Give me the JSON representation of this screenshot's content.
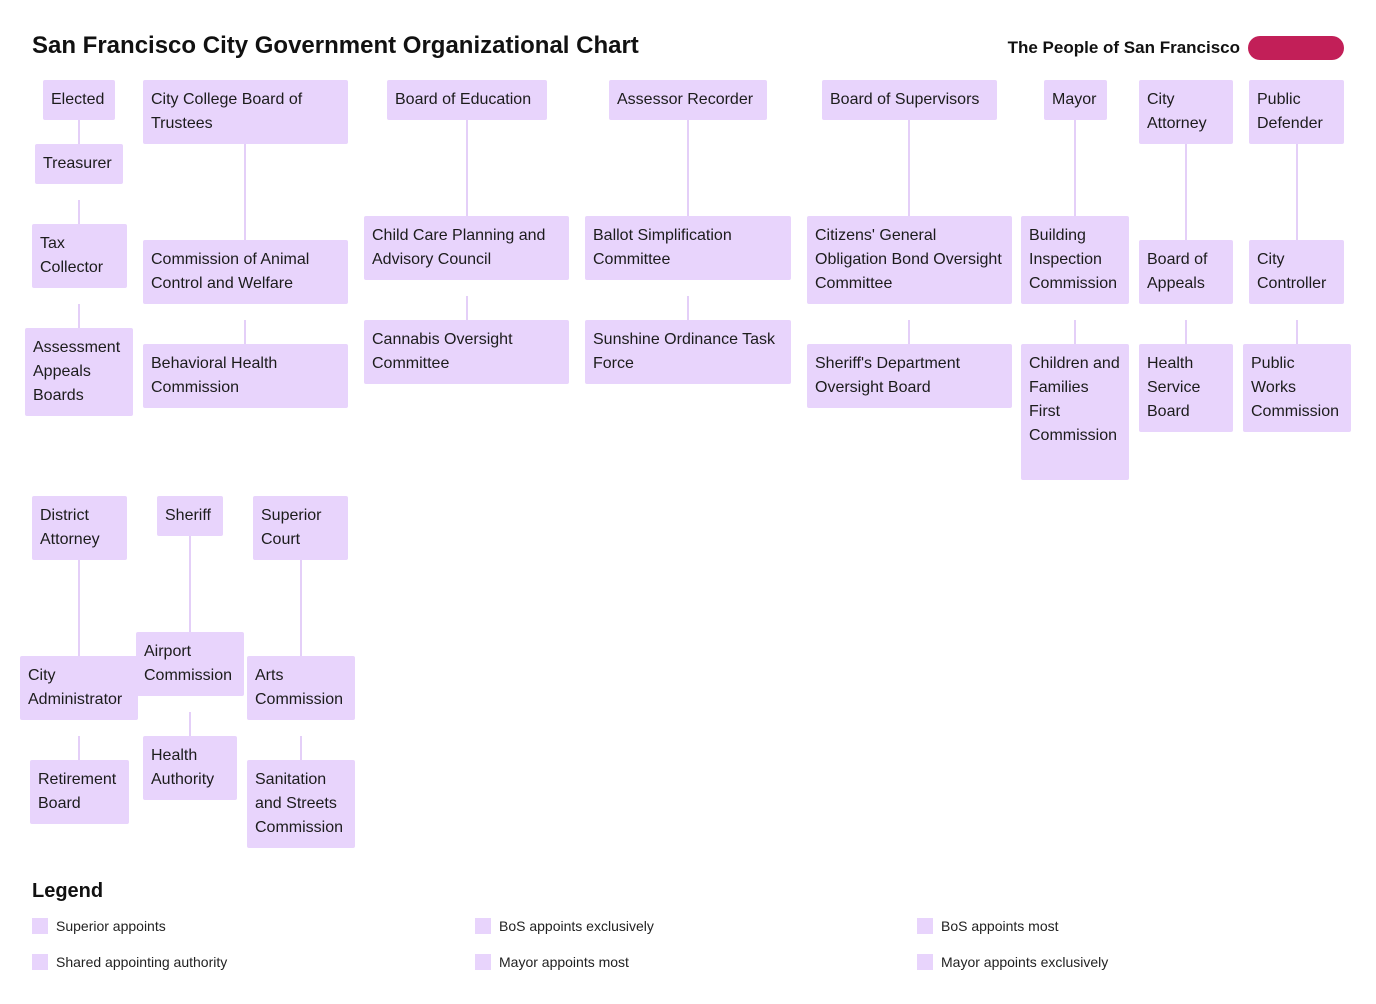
{
  "title": "San Francisco City Government Organizational Chart",
  "people": {
    "label": "The People of San Francisco",
    "color": "#c21f58"
  },
  "node_color": "#e8d4fc",
  "line_color": "#e4cff8",
  "nodes": {
    "elected": "Elected",
    "treasurer": "Treasurer",
    "tax_collector": "Tax Collector",
    "assessment_appeals": "Assessment Appeals Boards",
    "city_college": "City College Board of Trustees",
    "animal_control": "Commission of Animal Control and Welfare",
    "behavioral_health": "Behavioral Health Commission",
    "board_of_education": "Board of Education",
    "child_care": "Child Care Planning and Advisory Council",
    "cannabis": "Cannabis Oversight Committee",
    "assessor_recorder": "Assessor Recorder",
    "ballot_simplification": "Ballot Simplification Committee",
    "sunshine": "Sunshine Ordinance Task Force",
    "board_of_supervisors": "Board of Supervisors",
    "citizens_bond": "Citizens' General Obligation Bond Oversight Committee",
    "sheriff_oversight": "Sheriff's Department Oversight Board",
    "mayor": "Mayor",
    "building_inspection": "Building Inspection Commission",
    "children_families": "Children and Families First Commission",
    "city_attorney": "City Attorney",
    "board_of_appeals": "Board of Appeals",
    "health_service": "Health Service Board",
    "public_defender": "Public Defender",
    "city_controller": "City Controller",
    "public_works": "Public Works Commission",
    "district_attorney": "District Attorney",
    "city_administrator": "City Administrator",
    "retirement_board": "Retirement Board",
    "sheriff": "Sheriff",
    "airport": "Airport Commission",
    "health_authority": "Health Authority",
    "superior_court": "Superior Court",
    "arts": "Arts Commission",
    "sanitation": "Sanitation and Streets Commission"
  },
  "legend": {
    "title": "Legend",
    "items": [
      "Superior appoints",
      "BoS appoints exclusively",
      "BoS appoints most",
      "Shared appointing authority",
      "Mayor appoints most",
      "Mayor appoints exclusively"
    ]
  }
}
